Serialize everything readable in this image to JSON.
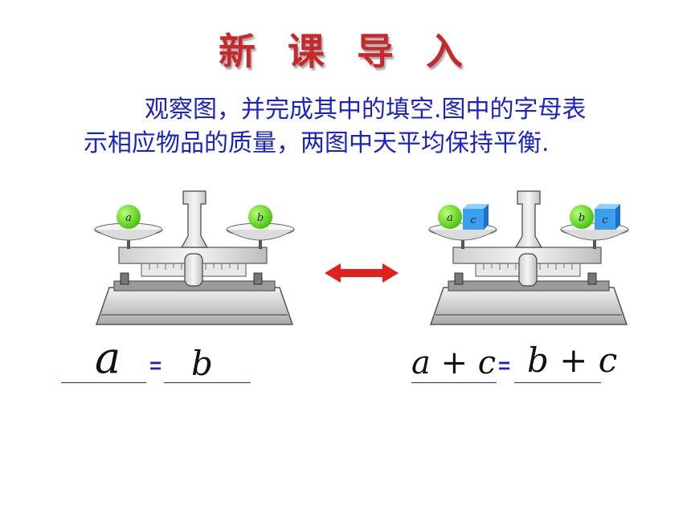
{
  "title": "新 课 导 入",
  "intro": {
    "line1": "观察图，并完成其中的填空.图中的字母表",
    "line2": "示相应物品的质量，两图中天平均保持平衡."
  },
  "left_scale": {
    "left_label": "a",
    "right_label": "b"
  },
  "right_scale": {
    "left_ball": "a",
    "left_cube": "c",
    "right_ball": "b",
    "right_cube": "c"
  },
  "equations": {
    "left": {
      "lhs": "a",
      "eq": "=",
      "rhs": "b"
    },
    "right": {
      "lhs": "a + c",
      "eq": "=",
      "rhs": "b + c"
    }
  },
  "colors": {
    "title": "#c6282b",
    "text": "#1a23c8",
    "ball": "#66dd22",
    "cube": "#3aa0ee",
    "arrow": "#e0211e"
  }
}
